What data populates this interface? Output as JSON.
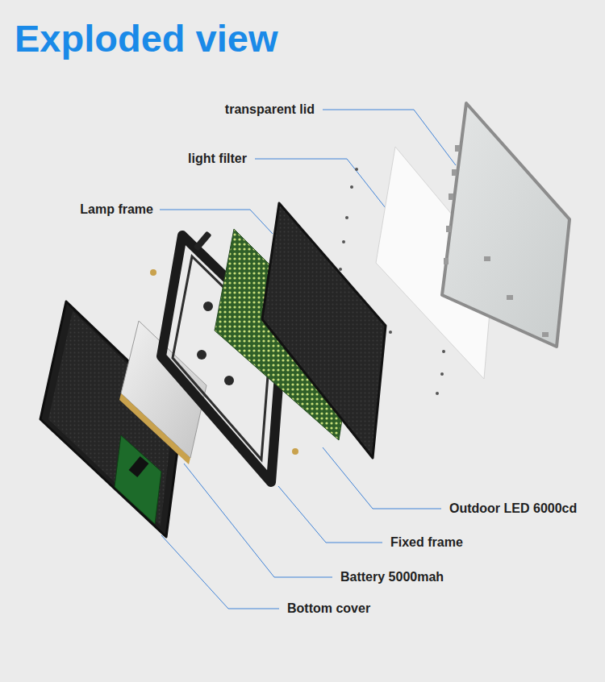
{
  "diagram": {
    "title": "Exploded view",
    "labels": [
      "transparent lid",
      "light filter",
      "Lamp frame",
      "Outdoor LED 6000cd",
      "Fixed frame",
      "Battery 5000mah",
      "Bottom cover"
    ]
  }
}
